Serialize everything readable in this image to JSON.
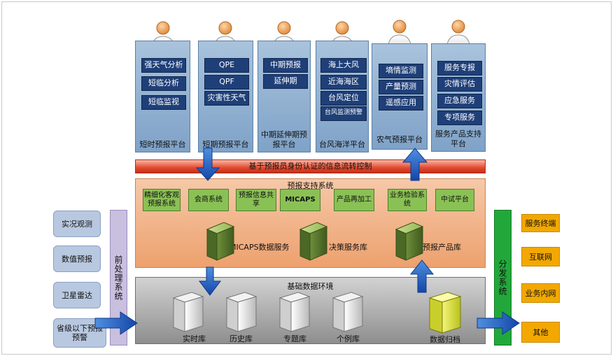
{
  "platforms": [
    {
      "title": "短时预报平台",
      "items": [
        "强天气分析",
        "短临分析",
        "短临监视"
      ]
    },
    {
      "title": "短期预报平台",
      "items": [
        "QPE",
        "QPF",
        "灾害性天气"
      ]
    },
    {
      "title_line1": "中期延伸期预",
      "title_line2": "报平台",
      "items": [
        "中期预报",
        "延伸期"
      ]
    },
    {
      "title": "台风海洋平台",
      "items": [
        "海上大风",
        "近海海区",
        "台风定位",
        "台风监测预警"
      ]
    },
    {
      "title": "农气预报平台",
      "items": [
        "墒情监测",
        "产量预测",
        "遥感应用"
      ]
    },
    {
      "title_line1": "服务产品支持",
      "title_line2": "平台",
      "items": [
        "服务专报",
        "灾情评估",
        "应急服务",
        "专项服务"
      ]
    }
  ],
  "banner": "基于预报员身份认证的信息流转控制",
  "support": {
    "title": "预报支持系统",
    "items": [
      "精细化客观预报系统",
      "会商系统",
      "预报信息共享",
      "MICAPS",
      "产品再加工",
      "业务检验系统",
      "中试平台"
    ],
    "servers": [
      "MICAPS数据服务",
      "决策服务库",
      "预报产品库"
    ]
  },
  "base": {
    "title": "基础数据环境",
    "servers": [
      "实时库",
      "历史库",
      "专题库",
      "个例库",
      "数据归档"
    ]
  },
  "left_inputs": [
    "实况观测",
    "数值预报",
    "卫星雷达",
    "省级以下预报预警"
  ],
  "preprocess": "前处理系统",
  "distribution": "分发系统",
  "right_outputs": [
    "服务终端",
    "互联网",
    "业务内网",
    "其他"
  ],
  "colors": {
    "platform": "#8fb0d4",
    "platform_button": "#1f3f78",
    "banner": "#e34a2f",
    "support": "#f0aa78",
    "support_button": "#8ac155",
    "base": "#a8a8a8",
    "preprocess": "#c9bfdf",
    "distribution": "#22a83a",
    "output": "#f2a800",
    "arrow": "#1f5fbf"
  }
}
